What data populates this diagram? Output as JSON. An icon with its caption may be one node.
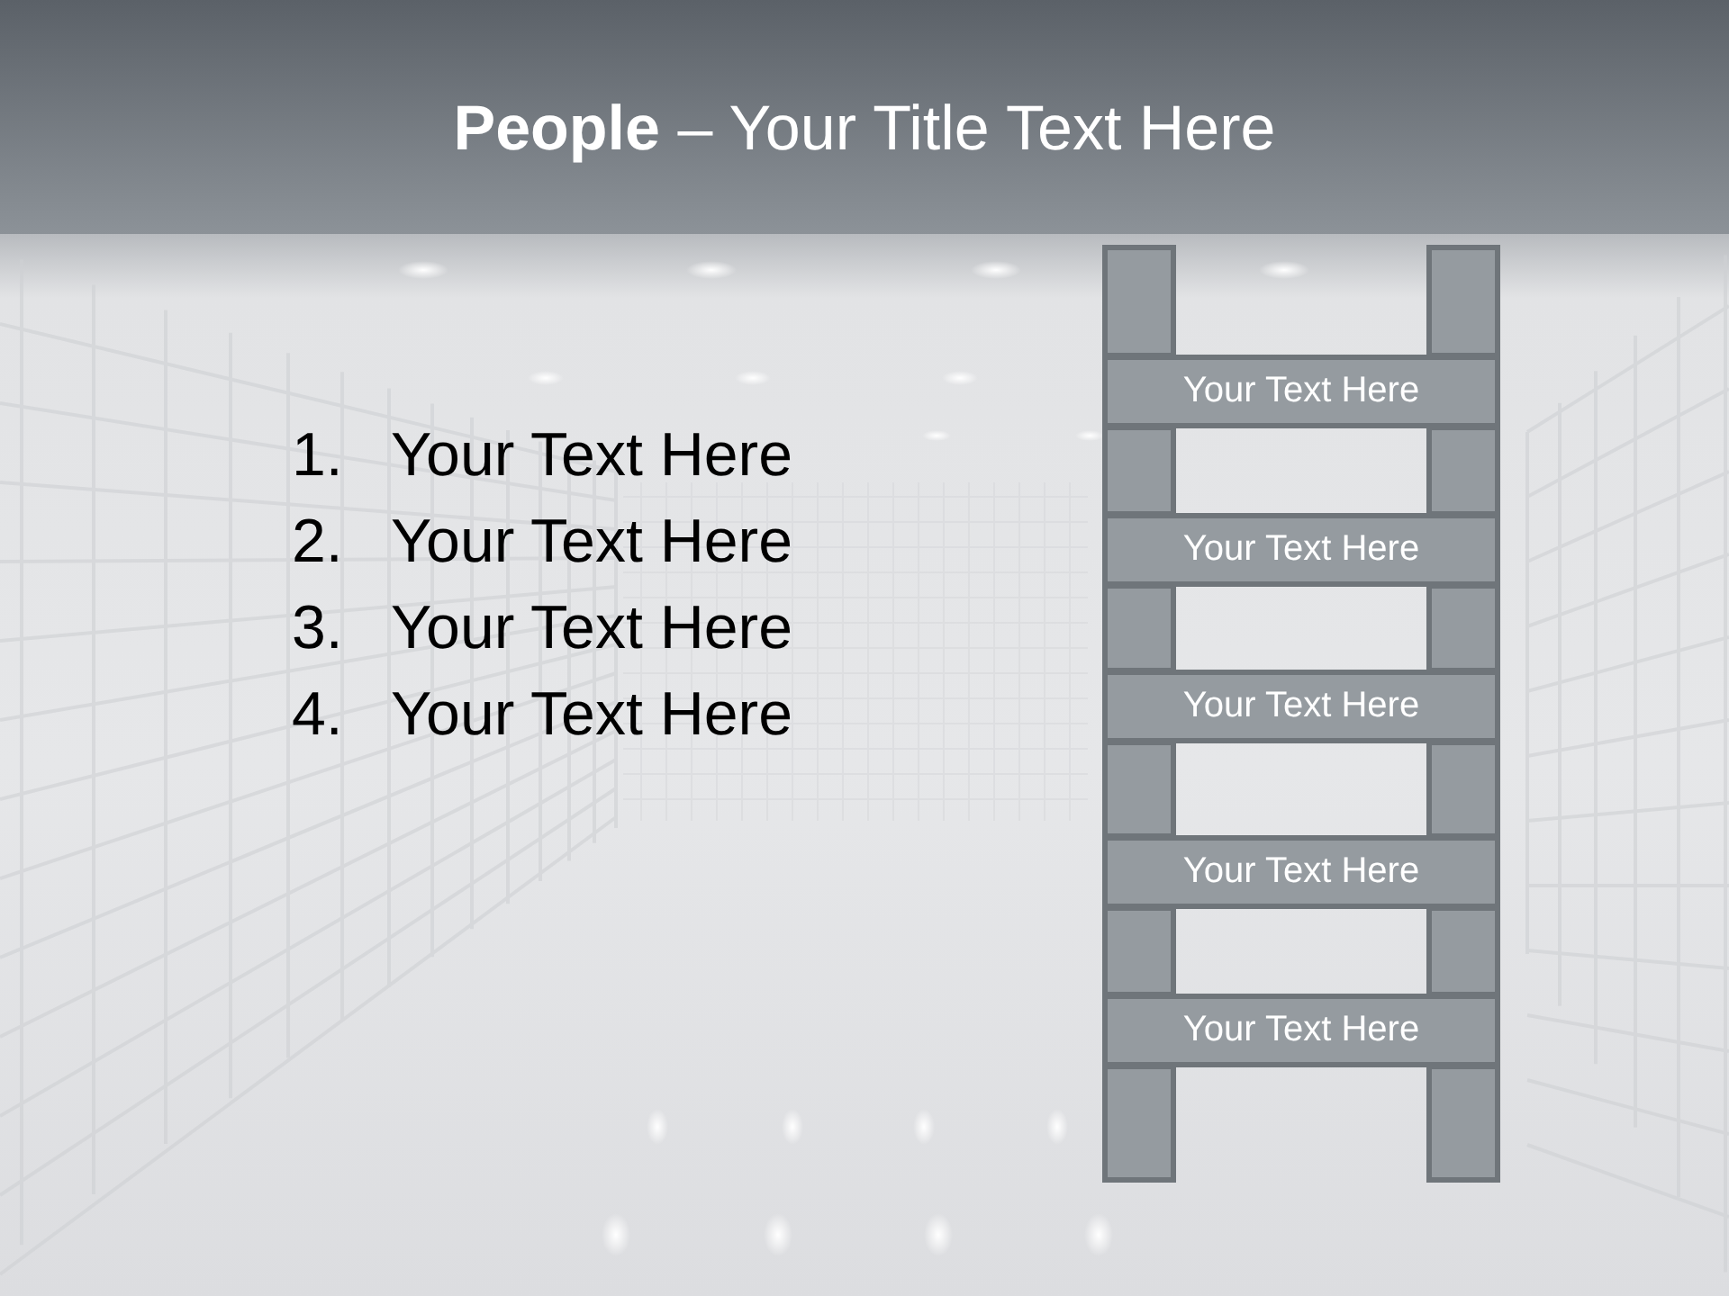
{
  "diagram": {
    "title": "**People** – Your Title Text Here",
    "nodes": [
      {
        "text": [
          "Your Text Here"
        ]
      },
      {
        "text": [
          "Your Text Here"
        ]
      },
      {
        "text": [
          "Your Text Here"
        ]
      },
      {
        "text": [
          "Your Text Here"
        ]
      },
      {
        "text": [
          "Your Text Here"
        ]
      }
    ],
    "labels": [
      "1.",
      "Your Text Here",
      "2.",
      "Your Text Here",
      "3.",
      "Your Text Here",
      "4.",
      "Your Text Here"
    ]
  }
}
